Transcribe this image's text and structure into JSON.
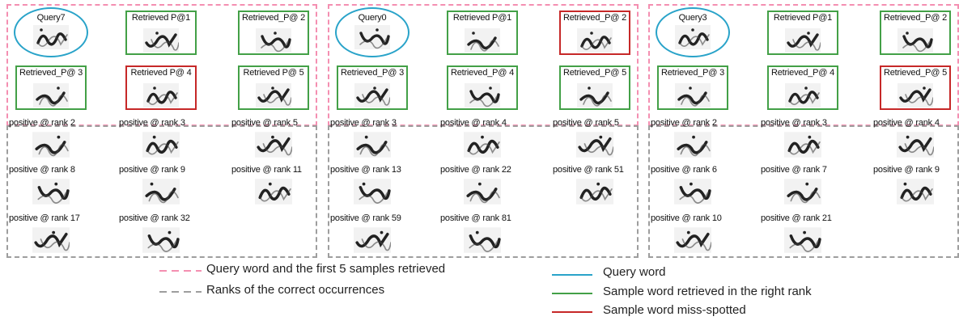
{
  "colors": {
    "query_word": "#29a3c9",
    "right_rank": "#43a047",
    "miss_spotted": "#c62828",
    "top_dashed": "#f48fb1",
    "ranks_dashed": "#9e9e9e"
  },
  "panels": [
    {
      "query_label": "Query7",
      "retrieved": [
        {
          "label": "Retrieved P@1",
          "status": "right"
        },
        {
          "label": "Retrieved_P@ 2",
          "status": "right"
        },
        {
          "label": "Retrieved_P@ 3",
          "status": "right"
        },
        {
          "label": "Retrieved P@ 4",
          "status": "miss"
        },
        {
          "label": "Retrieved P@ 5",
          "status": "right"
        }
      ],
      "ranks": [
        "positive @ rank 2",
        "positive @ rank 3",
        "positive @ rank 5",
        "positive @ rank 8",
        "positive @ rank 9",
        "positive @ rank 11",
        "positive @ rank 17",
        "positive @ rank 32"
      ]
    },
    {
      "query_label": "Query0",
      "retrieved": [
        {
          "label": "Retrieved P@1",
          "status": "right"
        },
        {
          "label": "Retrieved_P@ 2",
          "status": "miss"
        },
        {
          "label": "Retrieved_P@ 3",
          "status": "right"
        },
        {
          "label": "Retrieved_P@ 4",
          "status": "right"
        },
        {
          "label": "Retrieved_P@ 5",
          "status": "right"
        }
      ],
      "ranks": [
        "positive @ rank 3",
        "positive @ rank 4",
        "positive @ rank 5",
        "positive @ rank 13",
        "positive @ rank 22",
        "positive @ rank 51",
        "positive @ rank 59",
        "positive @ rank 81"
      ]
    },
    {
      "query_label": "Query3",
      "retrieved": [
        {
          "label": "Retrieved P@1",
          "status": "right"
        },
        {
          "label": "Retrieved_P@ 2",
          "status": "right"
        },
        {
          "label": "Retrieved_P@ 3",
          "status": "right"
        },
        {
          "label": "Retrieved_P@ 4",
          "status": "right"
        },
        {
          "label": "Retrieved_P@ 5",
          "status": "miss"
        }
      ],
      "ranks": [
        "positive @ rank 2",
        "positive @ rank 3",
        "positive @ rank 4",
        "positive @ rank 6",
        "positive @ rank 7",
        "positive @ rank 9",
        "positive @ rank 10",
        "positive @ rank 21"
      ]
    }
  ],
  "legend": {
    "query_and_top5": "Query word and the first 5 samples retrieved",
    "ranks_correct": "Ranks of the correct occurrences",
    "query_word": "Query word",
    "right_rank": "Sample word retrieved in the right rank",
    "miss_spotted": "Sample word miss-spotted"
  }
}
